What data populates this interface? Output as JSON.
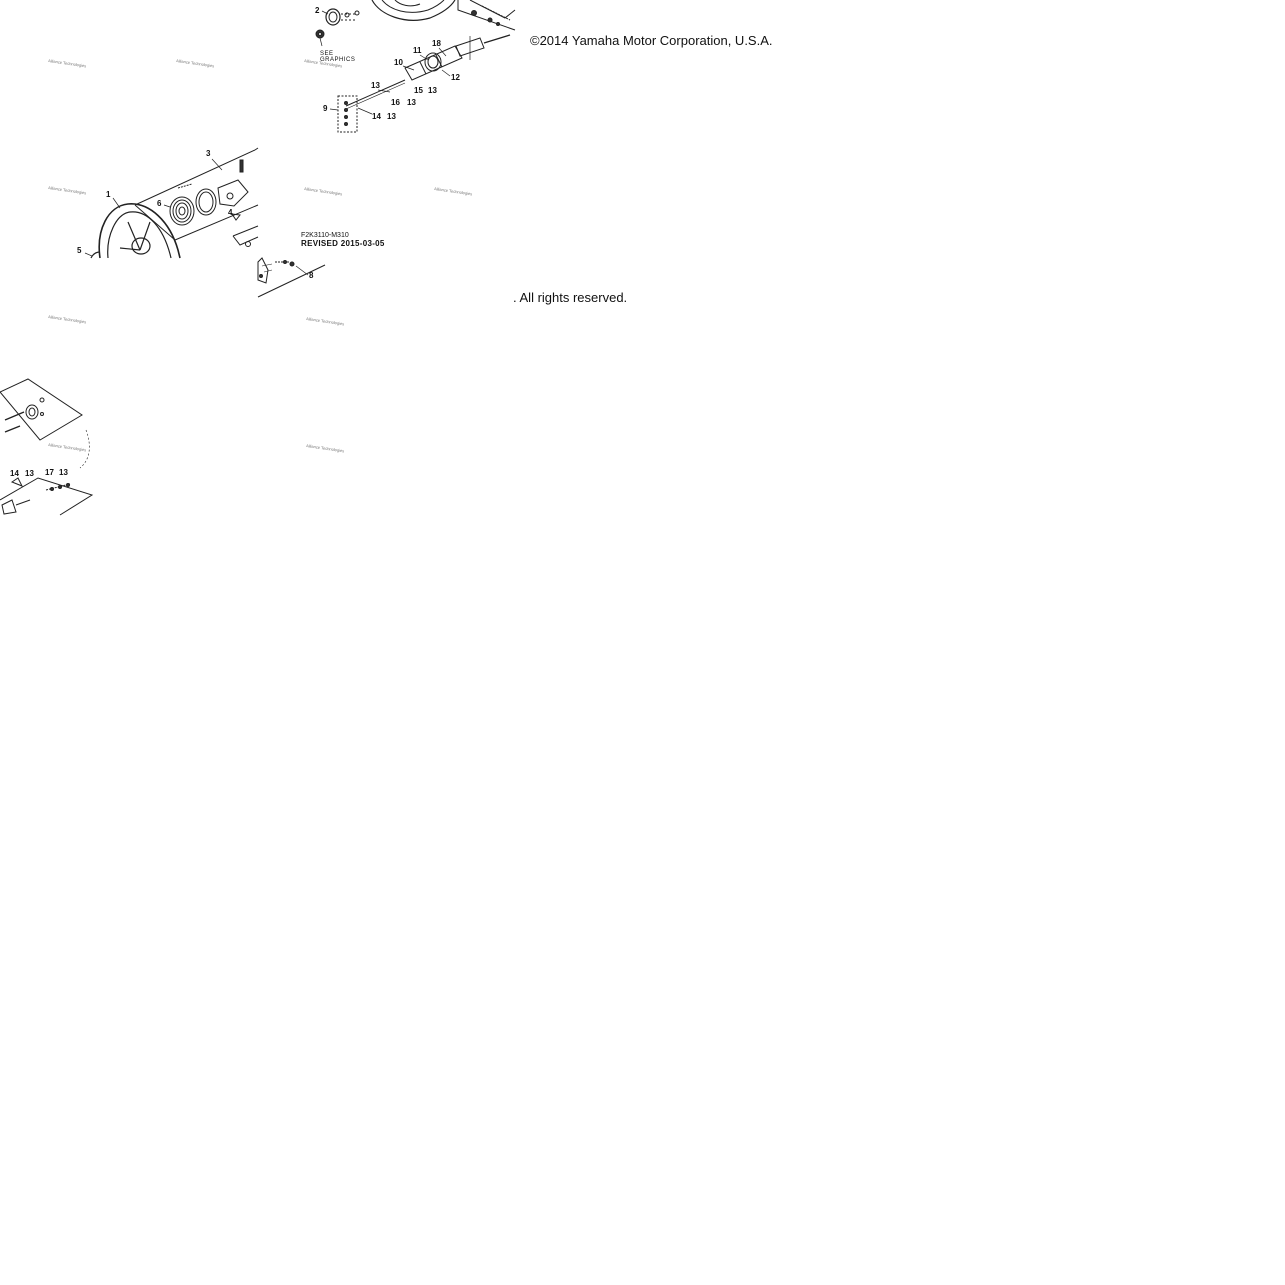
{
  "copyright": {
    "line1": "©2014 Yamaha Motor Corporation, U.S.A.",
    "line2": ". All rights reserved."
  },
  "diagram": {
    "part_number": "F2K3110-M310",
    "revised": "REVISED 2015-03-05",
    "see_graphics": [
      "SEE",
      "GRAPHICS"
    ],
    "callouts": {
      "c1": "1",
      "c2": "2",
      "c3": "3",
      "c4": "4",
      "c5": "5",
      "c6": "6",
      "c8": "8",
      "c9": "9",
      "c10": "10",
      "c11": "11",
      "c12": "12",
      "c13a": "13",
      "c15": "15",
      "c15b": "13",
      "c16": "16",
      "c16b": "13",
      "c14": "14",
      "c14b": "13",
      "c14c": "14",
      "c14d": "13",
      "c17": "17",
      "c17b": "13",
      "c18": "18"
    },
    "watermark": "Alliance Technologies"
  }
}
